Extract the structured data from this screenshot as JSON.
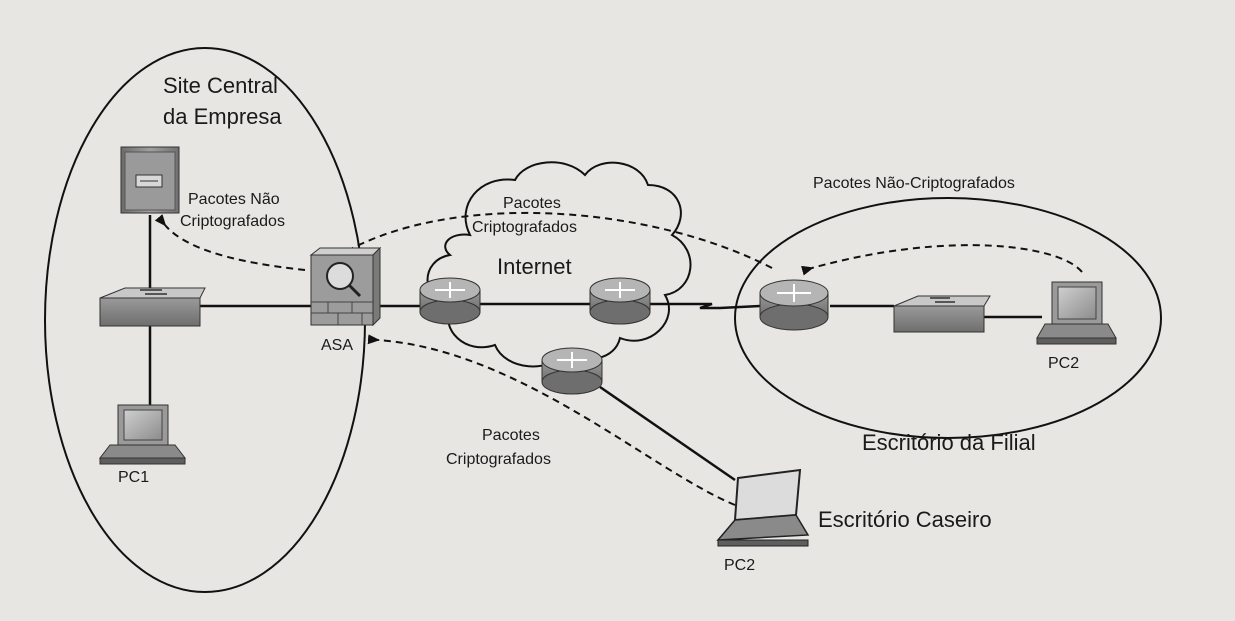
{
  "zones": {
    "central": {
      "line1": "Site Central",
      "line2": "da Empresa"
    },
    "branch": {
      "label": "Escritório da Filial"
    },
    "home": {
      "label": "Escritório Caseiro"
    },
    "internet": {
      "label": "Internet"
    }
  },
  "devices": {
    "asa": {
      "label": "ASA"
    },
    "pc1": {
      "label": "PC1"
    },
    "pc2_branch": {
      "label": "PC2"
    },
    "pc2_home": {
      "label": "PC2"
    }
  },
  "flows": {
    "central_unencrypted": {
      "line1": "Pacotes Não",
      "line2": "Criptografados"
    },
    "tunnel_branch": {
      "line1": "Pacotes",
      "line2": "Criptografados"
    },
    "branch_unencrypted": {
      "label": "Pacotes Não-Criptografados"
    },
    "tunnel_home": {
      "line1": "Pacotes",
      "line2": "Criptografados"
    }
  }
}
